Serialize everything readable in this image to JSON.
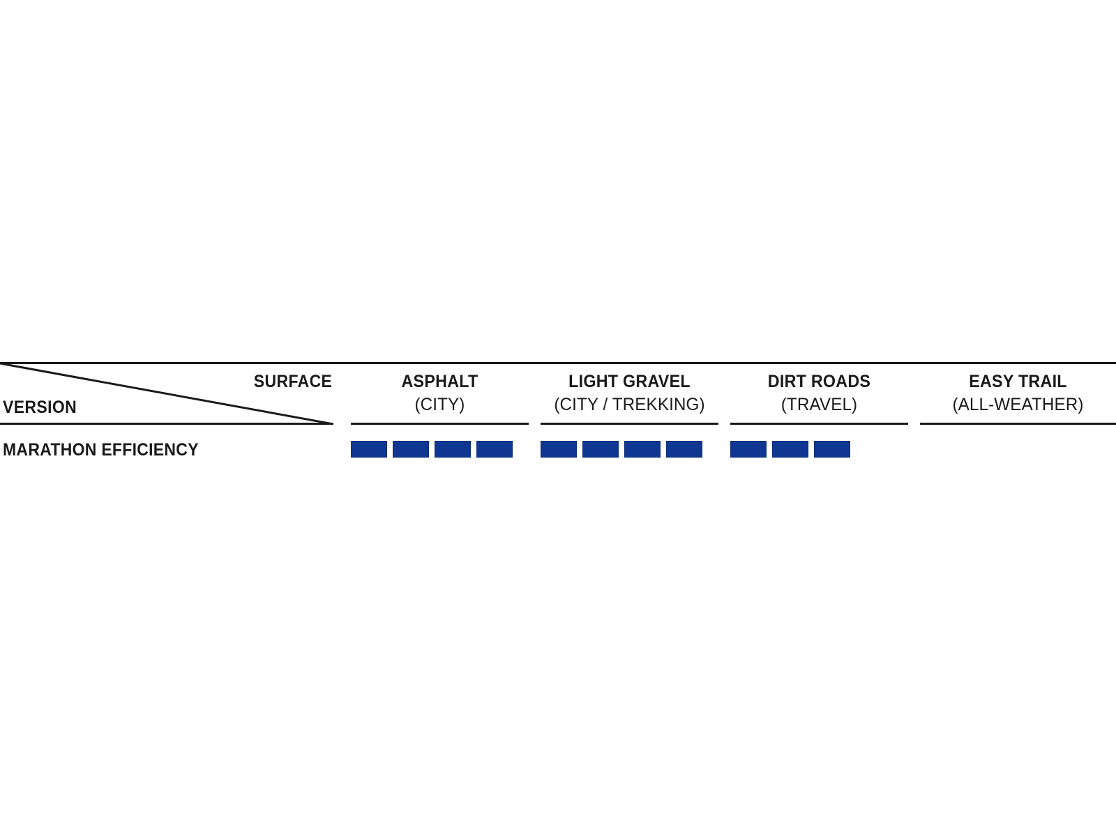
{
  "table": {
    "corner": {
      "column_axis_label": "SURFACE",
      "row_axis_label": "VERSION"
    },
    "columns": [
      {
        "title": "ASPHALT",
        "subtitle": "(CITY)"
      },
      {
        "title": "LIGHT GRAVEL",
        "subtitle": "(CITY / TREKKING)"
      },
      {
        "title": "DIRT ROADS",
        "subtitle": "(TRAVEL)"
      },
      {
        "title": "EASY TRAIL",
        "subtitle": "(ALL-WEATHER)"
      }
    ],
    "rows": [
      {
        "label": "MARATHON EFFICIENCY",
        "ratings": [
          4,
          4,
          3,
          0
        ]
      }
    ]
  },
  "chart_data": {
    "type": "table",
    "title": "",
    "xlabel": "SURFACE",
    "ylabel": "VERSION",
    "categories": [
      "ASPHALT (CITY)",
      "LIGHT GRAVEL (CITY / TREKKING)",
      "DIRT ROADS (TRAVEL)",
      "EASY TRAIL (ALL-WEATHER)"
    ],
    "series": [
      {
        "name": "MARATHON EFFICIENCY",
        "values": [
          4,
          4,
          3,
          0
        ]
      }
    ],
    "scale_max": 4,
    "units": "filled segments",
    "grid": false,
    "legend": "none"
  },
  "colors": {
    "segment_fill": "#0f3690",
    "segment_border": "#0c2d7a",
    "rule": "#1a1a1a",
    "text": "#1a1a1a",
    "background": "#ffffff"
  }
}
